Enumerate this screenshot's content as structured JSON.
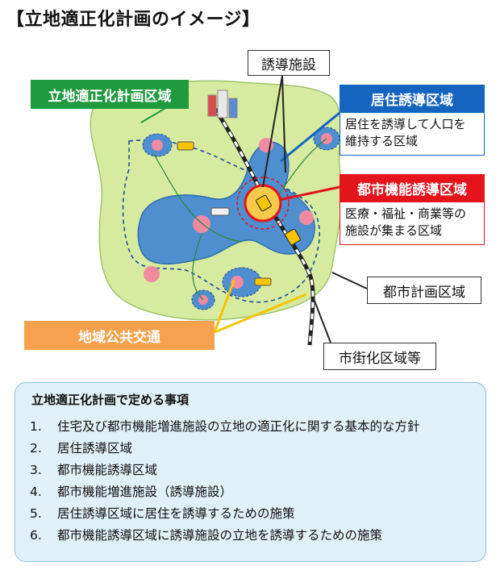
{
  "title": "【立地適正化計画のイメージ】",
  "diagram": {
    "zones": {
      "location_plan_area": "立地適正化計画区域",
      "residential_area": "居住誘導区域",
      "residential_area_desc_line1": "居住を誘導して人口を",
      "residential_area_desc_line2": "維持する区域",
      "urban_function_area": "都市機能誘導区域",
      "urban_function_area_desc_line1": "医療・福祉・商業等の",
      "urban_function_area_desc_line2": "施設が集まる区域",
      "public_transport": "地域公共交通",
      "guided_facility": "誘導施設",
      "city_planning_area": "都市計画区域",
      "urbanization_area": "市街化区域等"
    },
    "colors": {
      "green_tag": "#1f9a3f",
      "blue_tag": "#1565c0",
      "red_tag": "#e3141c",
      "orange_tag": "#f5a14d",
      "plan_area_fill": "#d6eaa0",
      "residential_fill": "#4f8fd0",
      "core_fill": "#f08aa0"
    }
  },
  "panel": {
    "heading": "立地適正化計画で定める事項",
    "items": [
      {
        "num": "1.",
        "text": "住宅及び都市機能増進施設の立地の適正化に関する基本的な方針"
      },
      {
        "num": "2.",
        "text": "居住誘導区域"
      },
      {
        "num": "3.",
        "text": "都市機能誘導区域"
      },
      {
        "num": "4.",
        "text": "都市機能増進施設（誘導施設）"
      },
      {
        "num": "5.",
        "text": "居住誘導区域に居住を誘導するための施策"
      },
      {
        "num": "6.",
        "text": "都市機能誘導区域に誘導施設の立地を誘導するための施策"
      }
    ]
  }
}
